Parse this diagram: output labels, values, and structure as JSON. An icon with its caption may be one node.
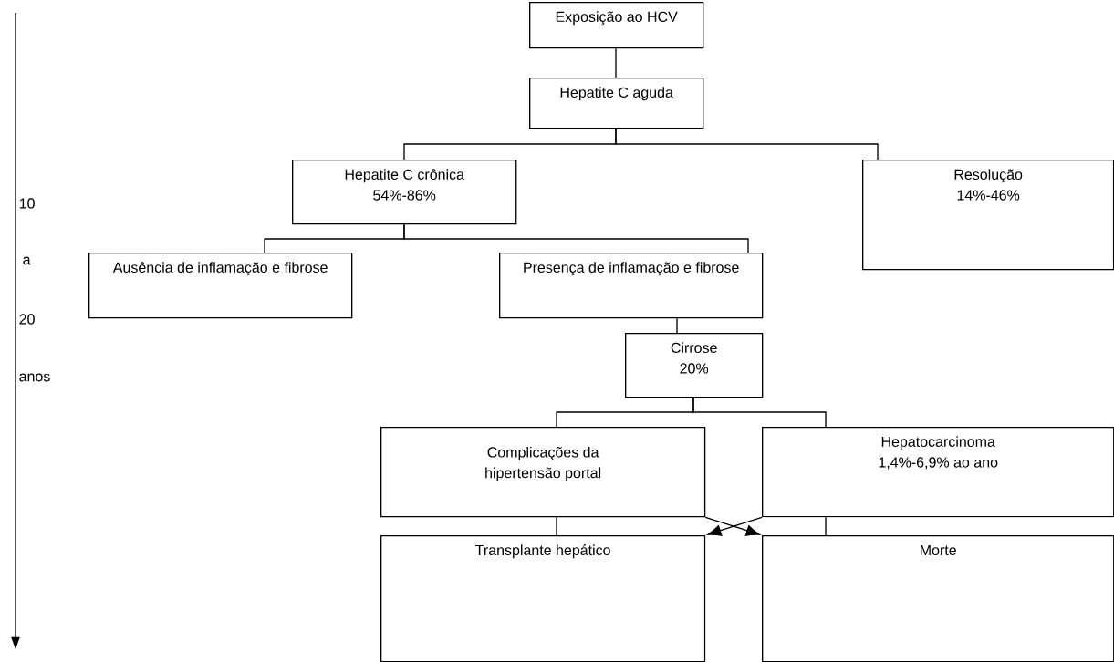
{
  "diagram": {
    "nodes": [
      {
        "text": [
          "Exposição ao HCV"
        ]
      },
      {
        "text": [
          "Hepatite C aguda"
        ]
      },
      {
        "text": [
          "Hepatite C crônica",
          "54%-86%"
        ]
      },
      {
        "text": [
          "Resolução",
          "14%-46%"
        ]
      },
      {
        "text": [
          "Ausência de inflamação e fibrose"
        ]
      },
      {
        "text": [
          "Presença de inflamação e fibrose"
        ]
      },
      {
        "text": [
          "Cirrose",
          "20%"
        ]
      },
      {
        "text": [
          "Complicações da hipertensão portal"
        ]
      },
      {
        "text": [
          "Hepatocarcinoma",
          "1,4%-6,9% ao ano"
        ]
      },
      {
        "text": [
          "Transplante hepático"
        ]
      },
      {
        "text": [
          "Morte"
        ]
      }
    ],
    "edges": [
      {
        "from": 0,
        "to": 1,
        "arrow": "none"
      },
      {
        "from": 1,
        "to": 2,
        "arrow": "none"
      },
      {
        "from": 1,
        "to": 3,
        "arrow": "none"
      },
      {
        "from": 2,
        "to": 4,
        "arrow": "none"
      },
      {
        "from": 2,
        "to": 5,
        "arrow": "none"
      },
      {
        "from": 5,
        "to": 6,
        "arrow": "none"
      },
      {
        "from": 6,
        "to": 7,
        "arrow": "none"
      },
      {
        "from": 6,
        "to": 8,
        "arrow": "none"
      },
      {
        "from": 7,
        "to": 9,
        "arrow": "none"
      },
      {
        "from": 8,
        "to": 10,
        "arrow": "none"
      },
      {
        "from": 7,
        "to": 10,
        "arrow": "to"
      },
      {
        "from": 8,
        "to": 9,
        "arrow": "to"
      }
    ],
    "labels": [
      "10",
      "a",
      "20",
      "anos"
    ]
  }
}
